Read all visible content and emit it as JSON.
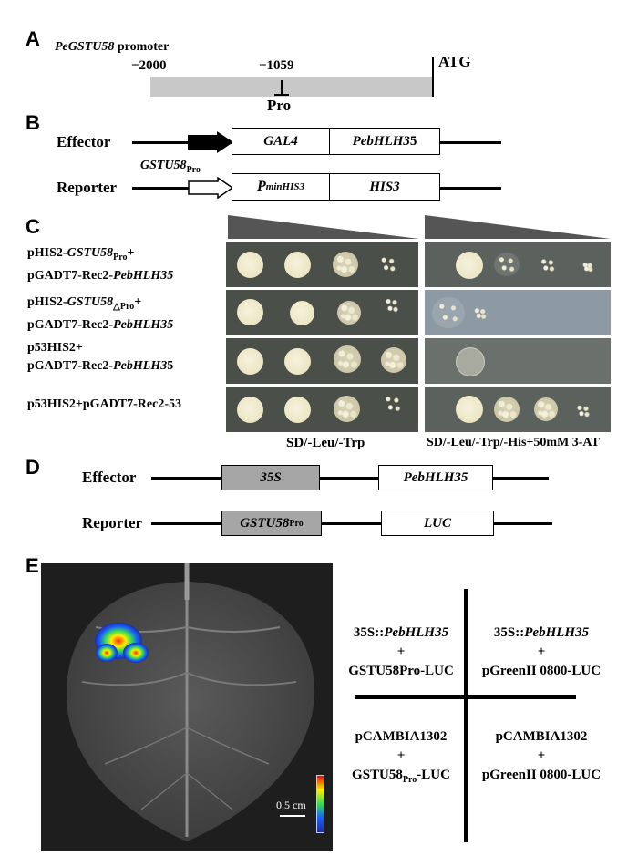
{
  "panel_a": {
    "letter": "A",
    "title_gene": "PeGSTU58",
    "title_rest": " promoter",
    "pos_start": "−2000",
    "pos_mid": "−1059",
    "pos_end": "ATG",
    "site_label": "Pro"
  },
  "panel_b": {
    "letter": "B",
    "effector_label": "Effector",
    "effector_box1": "GAL4",
    "effector_box2_main": "PebHLH3",
    "effector_box2_tail": "5",
    "reporter_label": "Reporter",
    "reporter_promoter_main": "GSTU58",
    "reporter_promoter_sub": "Pro",
    "reporter_box1_main": "P",
    "reporter_box1_sub": "minHIS3",
    "reporter_box2": "HIS3"
  },
  "panel_c": {
    "letter": "C",
    "rows": [
      {
        "line1_a": "pHIS2-",
        "line1_b": "GSTU58",
        "line1_sub": "Pro",
        "line1_c": "+",
        "line2_a": "pGADT7-Rec2-",
        "line2_b": "PebHLH35",
        "line2_c": ""
      },
      {
        "line1_a": "pHIS2-",
        "line1_b": "GSTU58",
        "line1_sub": "△Pro",
        "line1_c": "+",
        "line2_a": "pGADT7-Rec2-",
        "line2_b": "PebHLH35",
        "line2_c": ""
      },
      {
        "line1_a": "p53HIS2+",
        "line1_b": "",
        "line1_sub": "",
        "line1_c": "",
        "line2_a": "pGADT7-Rec2-",
        "line2_b": "PebHLH3",
        "line2_c": "5"
      },
      {
        "line1_a": "p53HIS2+pGADT7-Rec2-53",
        "line1_b": "",
        "line1_sub": "",
        "line1_c": "",
        "line2_a": "",
        "line2_b": "",
        "line2_c": ""
      }
    ],
    "left_caption": "SD/-Leu/-Trp",
    "right_caption": "SD/-Leu/-Trp/-His+50mM 3-AT"
  },
  "panel_d": {
    "letter": "D",
    "effector_label": "Effector",
    "effector_box1": "35S",
    "effector_box2": "PebHLH35",
    "reporter_label": "Reporter",
    "reporter_box1_main": "GSTU58",
    "reporter_box1_sub": "Pro",
    "reporter_box2": "LUC"
  },
  "panel_e": {
    "letter": "E",
    "scale_bar": "0.5 cm",
    "quadrants": {
      "top_left": {
        "l1_a": "35S::",
        "l1_b": "PebHLH35",
        "plus": "+",
        "l3_a": "GSTU58Pro-LUC",
        "l3_sub": "",
        "l3_c": ""
      },
      "top_right": {
        "l1_a": "35S::",
        "l1_b": "PebHLH35",
        "plus": "+",
        "l3_a": "pGreenII 0800-LUC",
        "l3_sub": "",
        "l3_c": ""
      },
      "bottom_left": {
        "l1_a": "pCAMBIA1302",
        "l1_b": "",
        "plus": "+",
        "l3_a": "GSTU58",
        "l3_sub": "Pro",
        "l3_c": "-LUC"
      },
      "bottom_right": {
        "l1_a": "pCAMBIA1302",
        "l1_b": "",
        "plus": "+",
        "l3_a": "pGreenII 0800-LUC",
        "l3_sub": "",
        "l3_c": ""
      }
    }
  },
  "colors": {
    "promoter_bar": "#c8c8c8",
    "grey_box": "#a6a6a6",
    "plate": "#4a4f4a",
    "leaf_bg": "#1e1e1e"
  }
}
